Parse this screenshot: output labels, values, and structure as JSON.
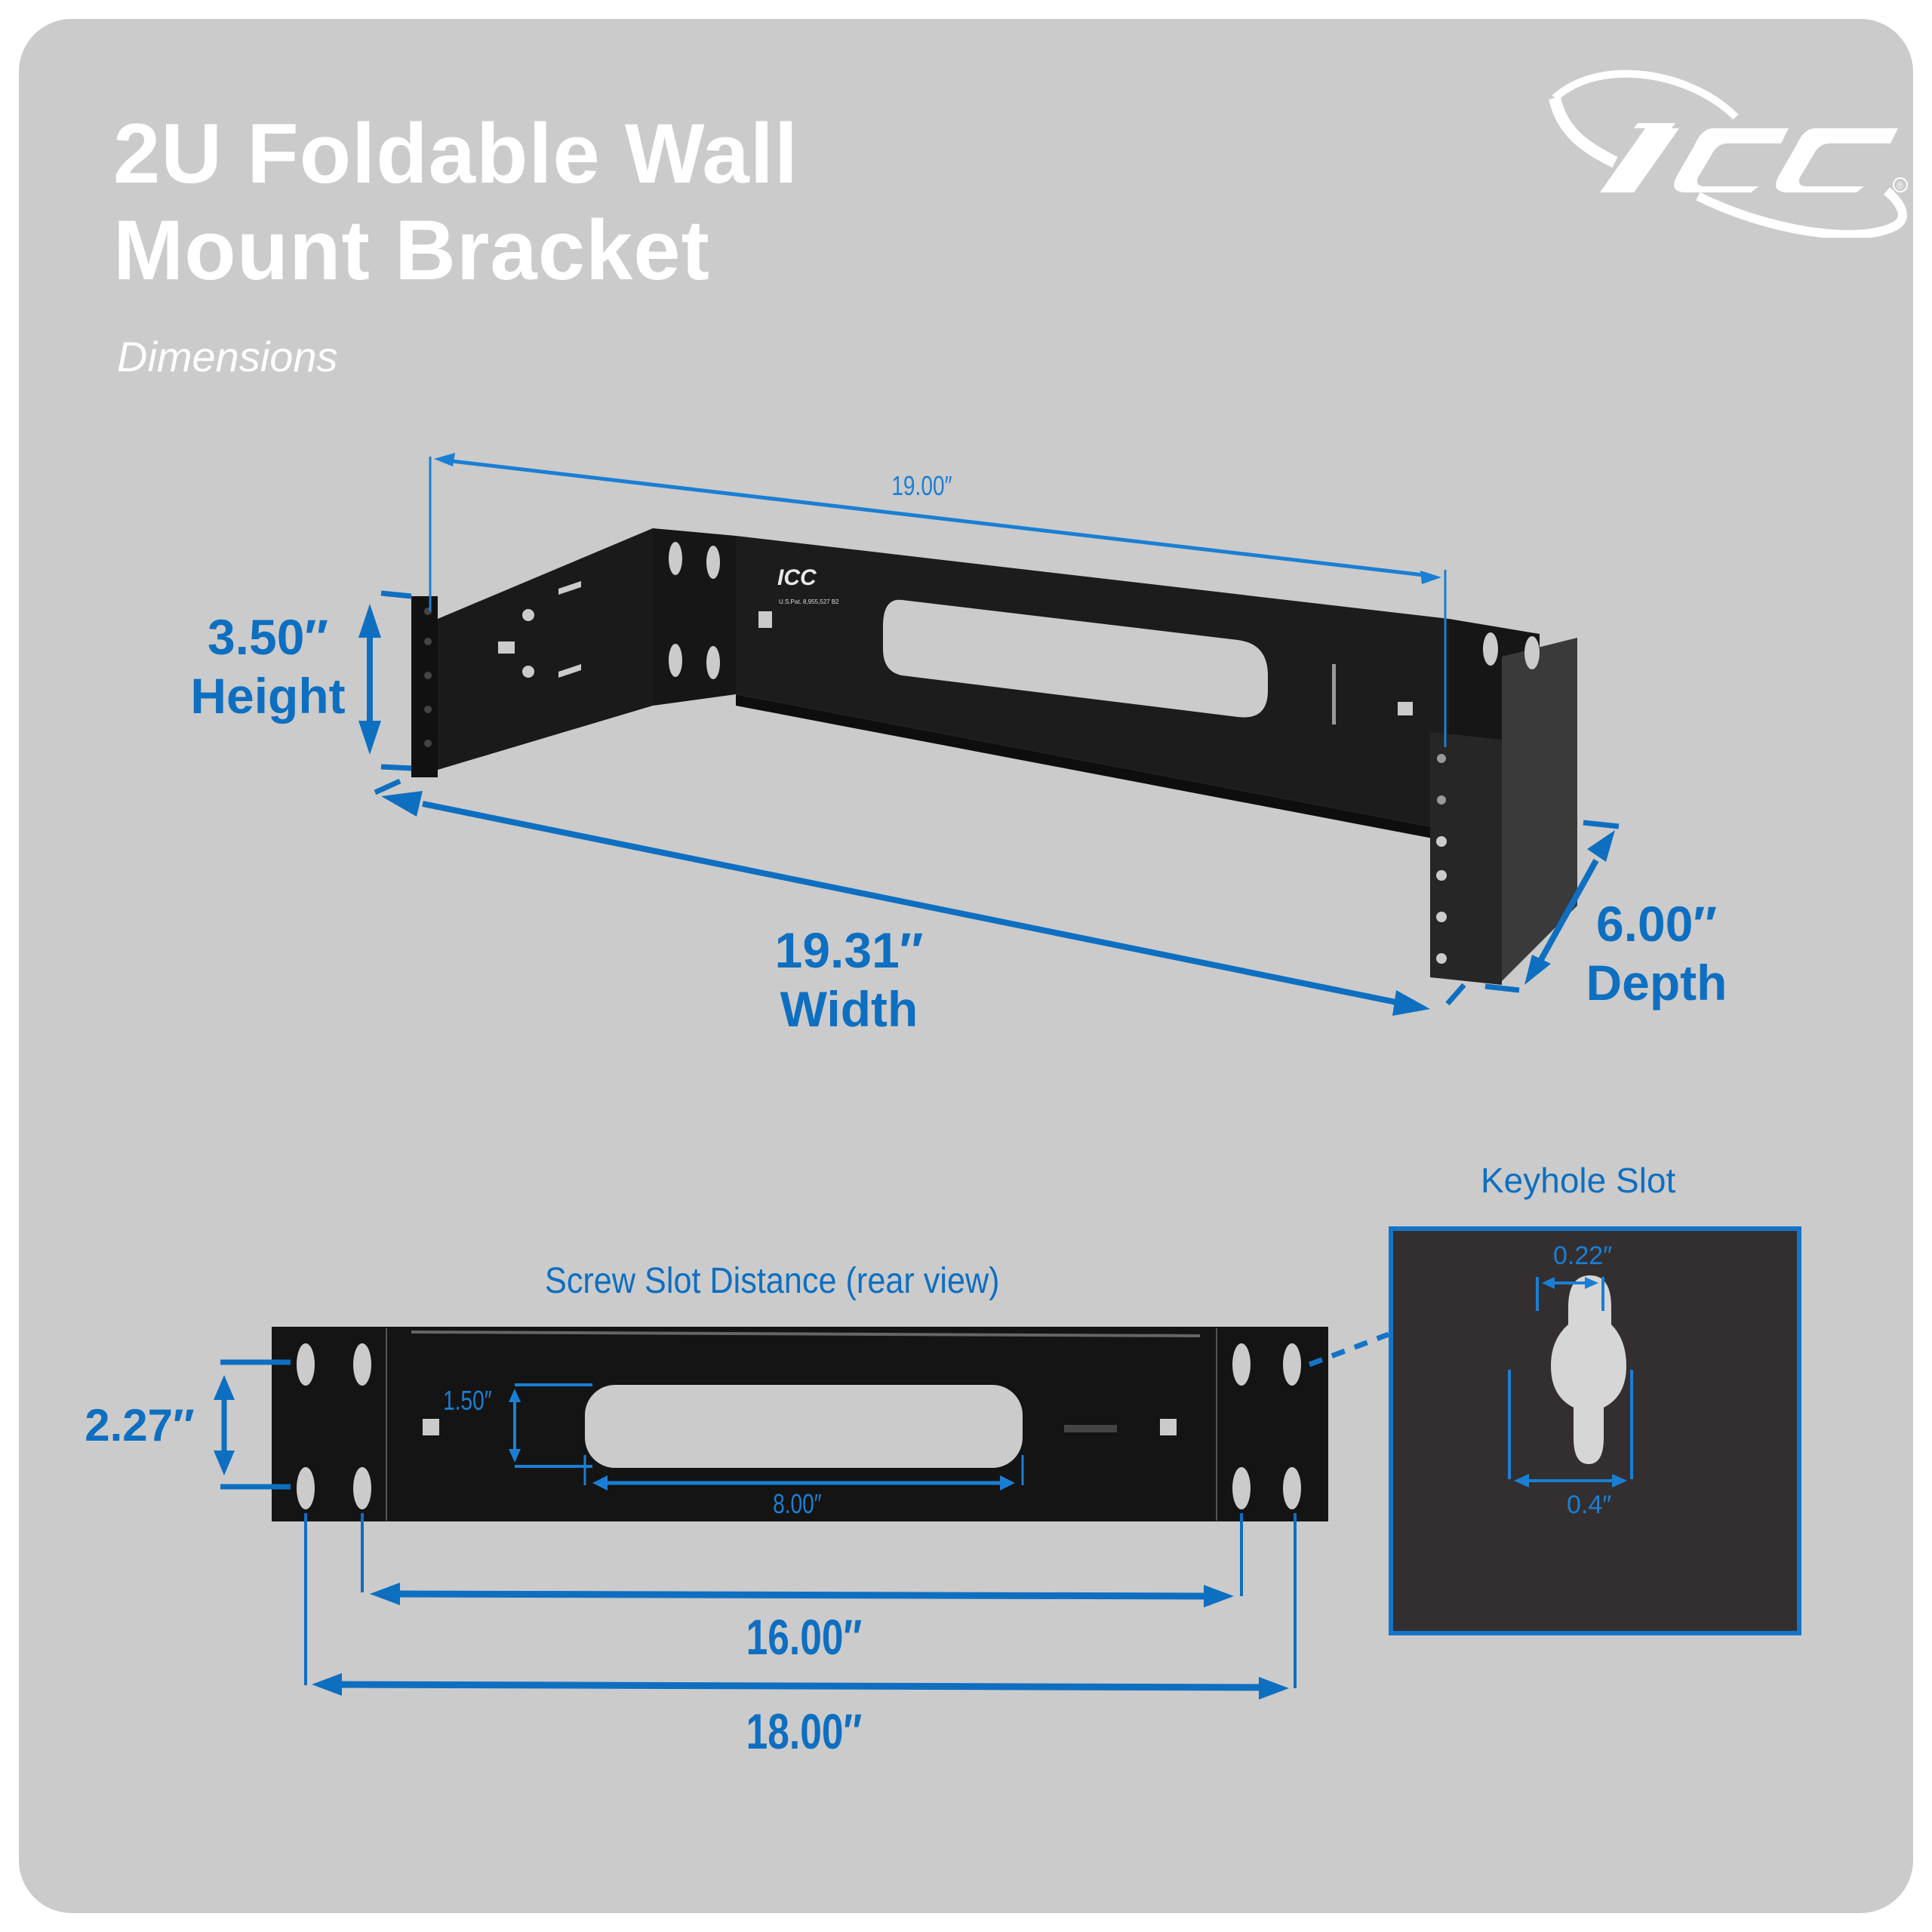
{
  "header": {
    "title_line1": "2U Foldable Wall",
    "title_line2": "Mount Bracket",
    "subtitle": "Dimensions",
    "logo": "ICC",
    "logo_mark": "®"
  },
  "product_view": {
    "bracket_logo": "ICC",
    "bracket_patent": "U.S.Pat. 8,955,527 B2",
    "top_span": "19.00″",
    "height_value": "3.50″",
    "height_label": "Height",
    "width_value": "19.31″",
    "width_label": "Width",
    "depth_value": "6.00″",
    "depth_label": "Depth"
  },
  "rear_view": {
    "title": "Screw Slot Distance (rear view)",
    "slot_spacing_vertical": "2.27″",
    "cutout_height": "1.50″",
    "cutout_width": "8.00″",
    "inner_slot_span": "16.00″",
    "outer_slot_span": "18.00″"
  },
  "keyhole": {
    "title": "Keyhole Slot",
    "top_width": "0.22″",
    "bottom_width": "0.4″"
  },
  "colors": {
    "background": "#cbcbcb",
    "accent_blue": "#0e6fc1",
    "line_blue": "#1a7fd4",
    "bracket_black": "#141414",
    "title_white": "#ffffff"
  }
}
